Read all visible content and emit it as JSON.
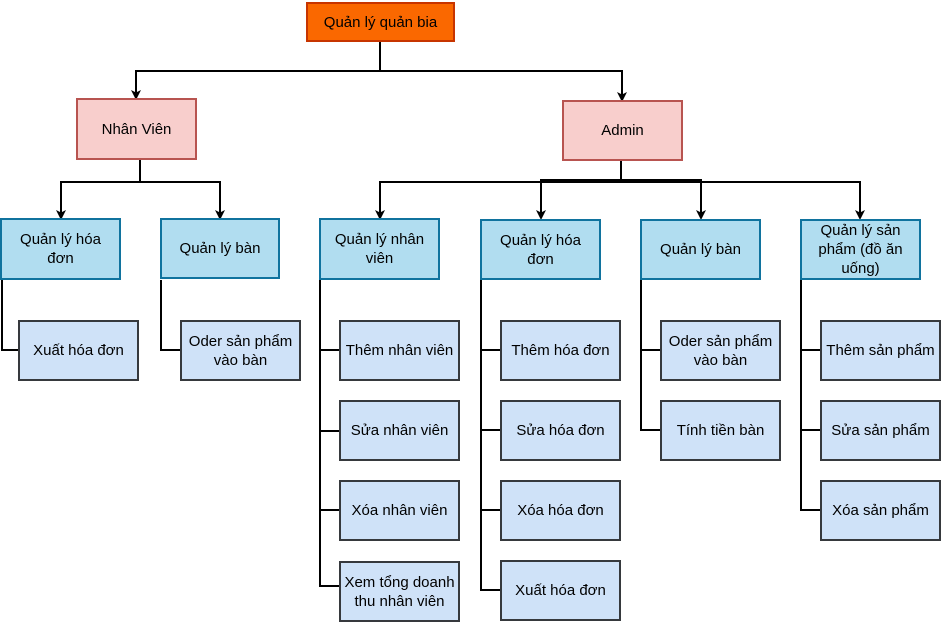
{
  "colors": {
    "root_fill": "#fa6800",
    "root_border": "#c73500",
    "role_fill": "#f8cecc",
    "role_border": "#b85450",
    "group_fill": "#b1ddf0",
    "group_border": "#10739e",
    "leaf_fill": "#cfe2f8",
    "leaf_border": "#36393d",
    "connector": "#000000"
  },
  "root": {
    "label": "Quản lý quản bia"
  },
  "nhan_vien": {
    "label": "Nhân Viên",
    "groups": [
      {
        "label": "Quản lý hóa đơn",
        "items": [
          "Xuất hóa đơn"
        ]
      },
      {
        "label": "Quản lý bàn",
        "items": [
          "Oder sản phẩm vào bàn"
        ]
      }
    ]
  },
  "admin": {
    "label": "Admin",
    "groups": [
      {
        "label": "Quản lý nhân viên",
        "items": [
          "Thêm nhân viên",
          "Sửa nhân viên",
          "Xóa nhân viên",
          "Xem tổng doanh thu nhân viên"
        ]
      },
      {
        "label": "Quản lý hóa đơn",
        "items": [
          "Thêm hóa đơn",
          "Sửa hóa đơn",
          "Xóa hóa đơn",
          "Xuất hóa đơn"
        ]
      },
      {
        "label": "Quản lý bàn",
        "items": [
          "Oder sản phẩm vào bàn",
          "Tính tiền bàn"
        ]
      },
      {
        "label": "Quản lý sản phẩm (đồ ăn uống)",
        "items": [
          "Thêm sản phẩm",
          "Sửa sản phẩm",
          "Xóa sản phẩm"
        ]
      }
    ]
  }
}
